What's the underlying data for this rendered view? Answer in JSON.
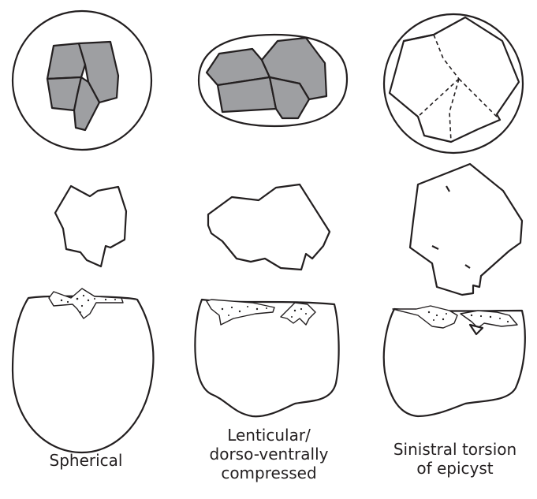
{
  "columns": [
    {
      "id": "spherical",
      "label_lines": [
        "Spherical"
      ]
    },
    {
      "id": "lenticular",
      "label_lines": [
        "Lenticular/",
        "dorso-ventrally",
        "compressed"
      ]
    },
    {
      "id": "sinistral",
      "label_lines": [
        "Sinistral torsion",
        "of epicyst"
      ]
    }
  ],
  "colors": {
    "stroke": "#231f20",
    "plate_fill": "#9e9fa2",
    "background": "#ffffff"
  }
}
